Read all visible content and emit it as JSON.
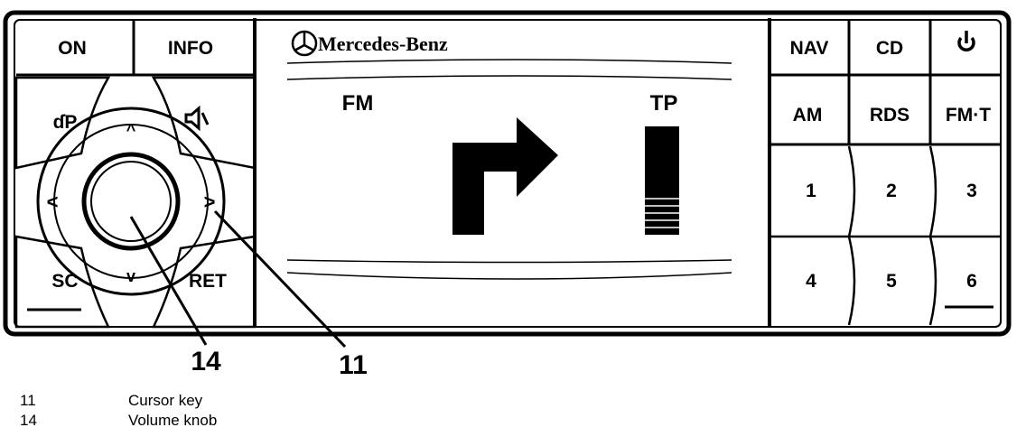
{
  "left_panel": {
    "on_label": "ON",
    "info_label": "INFO",
    "sc_label": "SC",
    "ret_label": "RET",
    "left_arrow": "<",
    "right_arrow": ">",
    "up_arrow": "^",
    "down_arrow": "v",
    "phone_icon_label": "ɗP"
  },
  "display": {
    "brand": "Mercedes-Benz",
    "band": "FM",
    "tp": "TP"
  },
  "right_panel": {
    "row1": [
      "NAV",
      "CD"
    ],
    "row2": [
      "AM",
      "RDS",
      "FM·T"
    ],
    "presets_top": [
      "1",
      "2",
      "3"
    ],
    "presets_bottom": [
      "4",
      "5",
      "6"
    ]
  },
  "callouts": {
    "volume": "14",
    "cursor": "11"
  },
  "legend": [
    {
      "num": "11",
      "text": "Cursor key"
    },
    {
      "num": "14",
      "text": "Volume knob"
    }
  ],
  "icons": {
    "power": "power-icon",
    "mute": "mute-icon",
    "turn_arrow": "turn-right-arrow-icon",
    "signal_bar": "signal-strength-icon",
    "logo": "mercedes-star-icon"
  }
}
